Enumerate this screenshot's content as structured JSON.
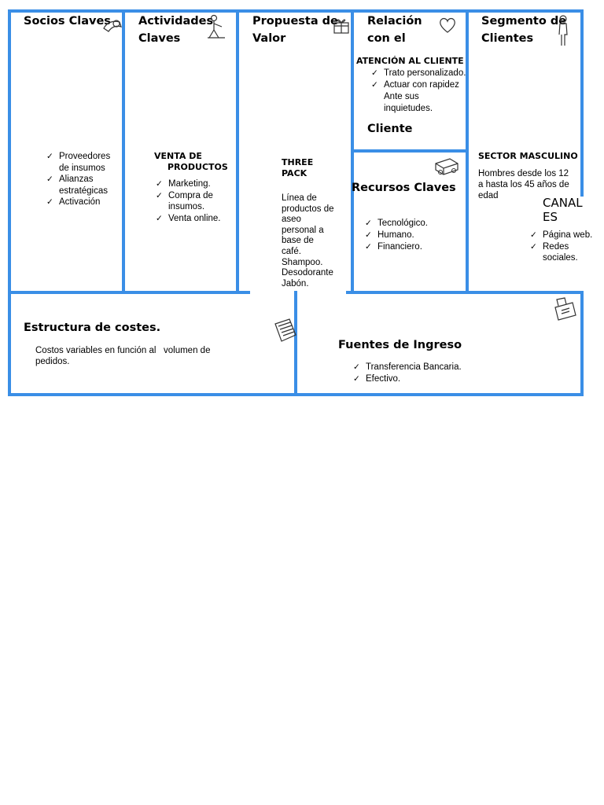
{
  "socios": {
    "title": "Socios Claves",
    "items": [
      "Proveedores de insumos",
      "Alianzas estratégicas",
      "Activación"
    ]
  },
  "actividades": {
    "title_line1": "Actividades",
    "title_line2": "Claves",
    "subtitle_line1": "VENTA DE",
    "subtitle_line2": "PRODUCTOS",
    "items": [
      "Marketing.",
      "Compra de insumos.",
      "Venta online."
    ]
  },
  "propuesta": {
    "title_line1": "Propuesta de",
    "title_line2": "Valor",
    "subtitle_line1": "THREE",
    "subtitle_line2": "PACK",
    "body": [
      "Línea de",
      "productos de",
      "aseo",
      "personal a",
      "base de",
      "café.",
      "Shampoo.",
      "Desodorante",
      "Jabón."
    ]
  },
  "relacion": {
    "title_line1": "Relación",
    "title_line2": "con el",
    "title_line3": "Cliente",
    "subtitle": "ATENCIÓN AL CLIENTE",
    "items": [
      "Trato personalizado.",
      "Actuar con rapidez Ante sus inquietudes."
    ]
  },
  "recursos": {
    "title": "Recursos Claves",
    "items": [
      "Tecnológico.",
      "Humano.",
      "Financiero."
    ]
  },
  "segmento": {
    "title_line1": "Segmento de",
    "title_line2": "Clientes",
    "subtitle": "SECTOR MASCULINO",
    "body": [
      "Hombres desde los 12",
      "a hasta los 45 años de",
      "edad"
    ]
  },
  "canales": {
    "title_line1": "CANAL",
    "title_line2": "ES",
    "items": [
      "Página web.",
      "Redes sociales."
    ]
  },
  "costes": {
    "title": "Estructura de costes.",
    "body": [
      "Costos variables en función al   volumen de",
      "pedidos."
    ]
  },
  "ingresos": {
    "title": "Fuentes de Ingreso",
    "items": [
      "Transferencia Bancaria.",
      "Efectivo."
    ]
  },
  "colors": {
    "border": "#3a8ee6"
  }
}
